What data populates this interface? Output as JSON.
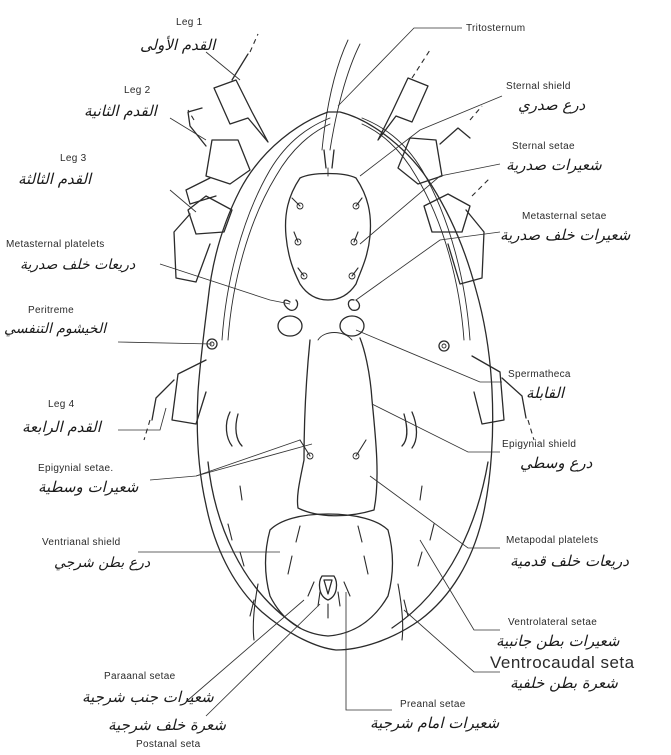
{
  "labels": {
    "leg1": {
      "en": "Leg 1",
      "ar": "القدم الأولى"
    },
    "leg2": {
      "en": "Leg 2",
      "ar": "القدم الثانية"
    },
    "leg3": {
      "en": "Leg 3",
      "ar": "القدم الثالثة"
    },
    "metasternal_platelets": {
      "en": "Metasternal platelets",
      "ar": "دريعات خلف صدرية"
    },
    "peritreme": {
      "en": "Peritreme",
      "ar": "الخيشوم التنفسي"
    },
    "leg4": {
      "en": "Leg 4",
      "ar": "القدم الرابعة"
    },
    "epigynial_setae": {
      "en": "Epigynial setae.",
      "ar": "شعيرات وسطية"
    },
    "ventrianal_shield": {
      "en": "Ventrianal shield",
      "ar": "درع بطن شرجي"
    },
    "paraanal_setae": {
      "en": "Paraanal setae",
      "ar": "شعيرات جنب شرجية"
    },
    "postanal_seta": {
      "en": "Postanal seta",
      "ar": "شعرة خلف شرجية"
    },
    "tritosternum": {
      "en": "Tritosternum"
    },
    "sternal_shield": {
      "en": "Sternal shield",
      "ar": "درع صدري"
    },
    "sternal_setae": {
      "en": "Sternal setae",
      "ar": "شعيرات صدرية"
    },
    "metasternal_setae": {
      "en": "Metasternal setae",
      "ar": "شعيرات خلف صدرية"
    },
    "spermatheca": {
      "en": "Spermatheca",
      "ar": "القابلة"
    },
    "epigynial_shield": {
      "en": "Epigynial shield",
      "ar": "درع وسطي"
    },
    "metapodal_platelets": {
      "en": "Metapodal platelets",
      "ar": "دريعات خلف قدمية"
    },
    "ventrolateral_setae": {
      "en": "Ventrolateral setae",
      "ar": "شعيرات بطن جانبية"
    },
    "ventrocaudal_seta": {
      "en": "Ventrocaudal seta",
      "ar": "شعرة بطن خلفية"
    },
    "preanal_setae": {
      "en": "Preanal setae",
      "ar": "شعيرات امام شرجية"
    }
  },
  "colors": {
    "ink": "#2b2b2b",
    "background": "#ffffff"
  }
}
